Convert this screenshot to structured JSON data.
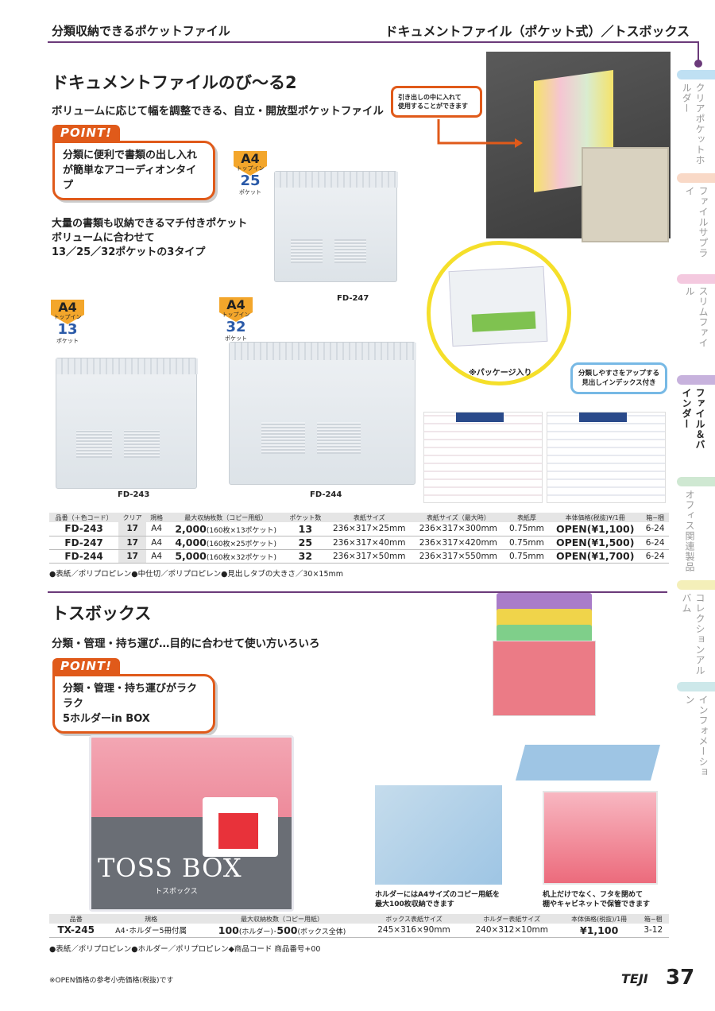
{
  "header": {
    "left": "分類収納できるポケットファイル",
    "right": "ドキュメントファイル（ポケット式）／トスボックス"
  },
  "sidebar": [
    {
      "label": "クリアポケットホルダー",
      "color": "#bfe0f3"
    },
    {
      "label": "ファイルサプライ",
      "color": "#f9d9c7"
    },
    {
      "label": "スリムファイル",
      "color": "#f4c9df"
    },
    {
      "label": "ファイル＆バインダー",
      "color": "#c7b2dd"
    },
    {
      "label": "オフィス関連製品",
      "color": "#cfe8d2"
    },
    {
      "label": "コレクションアルバム",
      "color": "#f4efb9"
    },
    {
      "label": "インフォメーション",
      "color": "#cde8ea"
    }
  ],
  "s1": {
    "title": "ドキュメントファイルのび〜る2",
    "subtitle": "ボリュームに応じて幅を調整できる、自立・開放型ポケットファイル",
    "point": "POINT!",
    "point_l1": "分類に便利で書類の出し入れ",
    "point_l2": "が簡単なアコーディオンタイプ",
    "desc1": "大量の書類も収納できるマチ付きポケット",
    "desc2": "ボリュームに合わせて",
    "desc3": "13／25／32ポケットの3タイプ",
    "callout_l1": "引き出しの中に入れて",
    "callout_l2": "使用することができます",
    "package": "※パッケージ入り",
    "index_l1": "分類しやすさをアップする",
    "index_l2": "見出しインデックス付き",
    "badge_a4": "A4",
    "badge_tp": "トップイン",
    "badge_pk": "ポケット",
    "b25": "25",
    "b13": "13",
    "b32": "32",
    "fd247": "FD-247",
    "fd243": "FD-243",
    "fd244": "FD-244"
  },
  "table1": {
    "headers": [
      "品番（＋色コード）",
      "クリア",
      "規格",
      "最大収納枚数（コピー用紙）",
      "ポケット数",
      "表紙サイズ",
      "表紙サイズ（最大時）",
      "表紙厚",
      "本体価格(税抜)¥/1冊",
      "箱−梱"
    ],
    "rows": [
      {
        "code": "FD-243",
        "clr": "17",
        "size": "A4",
        "max": "2,000",
        "max_s": "(160枚×13ポケット)",
        "pk": "13",
        "cover": "236×317×25mm",
        "cmax": "236×317×300mm",
        "th": "0.75mm",
        "price": "OPEN(¥1,100)",
        "box": "6-24"
      },
      {
        "code": "FD-247",
        "clr": "17",
        "size": "A4",
        "max": "4,000",
        "max_s": "(160枚×25ポケット)",
        "pk": "25",
        "cover": "236×317×40mm",
        "cmax": "236×317×420mm",
        "th": "0.75mm",
        "price": "OPEN(¥1,500)",
        "box": "6-24"
      },
      {
        "code": "FD-244",
        "clr": "17",
        "size": "A4",
        "max": "5,000",
        "max_s": "(160枚×32ポケット)",
        "pk": "32",
        "cover": "236×317×50mm",
        "cmax": "236×317×550mm",
        "th": "0.75mm",
        "price": "OPEN(¥1,700)",
        "box": "6-24"
      }
    ],
    "note": "●表紙／ポリプロピレン●中仕切／ポリプロピレン●見出しタブの大きさ／30×15mm"
  },
  "s2": {
    "title": "トスボックス",
    "subtitle": "分類・管理・持ち運び…目的に合わせて使い方いろいろ",
    "point": "POINT!",
    "point_l1": "分類・管理・持ち運びがラクラク",
    "point_l2": "5ホルダーin BOX",
    "toss": "TOSS BOX",
    "toss_sub": "トスボックス",
    "cap1_l1": "ホルダーにはA4サイズのコピー用紙を",
    "cap1_l2": "最大100枚収納できます",
    "cap2_l1": "机上だけでなく、フタを閉めて",
    "cap2_l2": "棚やキャビネットで保管できます"
  },
  "table2": {
    "headers": [
      "品番",
      "規格",
      "最大収納枚数（コピー用紙）",
      "ボックス表紙サイズ",
      "ホルダー表紙サイズ",
      "本体価格(税抜)/1冊",
      "箱−梱"
    ],
    "row": {
      "code": "TX-245",
      "size": "A4･ホルダー5冊付属",
      "max1": "100",
      "max1_s": "(ホルダー)･",
      "max2": "500",
      "max2_s": "(ボックス全体)",
      "box_size": "245×316×90mm",
      "holder_size": "240×312×10mm",
      "price": "¥1,100",
      "box": "3-12"
    },
    "note": "●表紙／ポリプロピレン●ホルダー／ポリプロピレン◆商品コード 商品番号+00"
  },
  "footer": {
    "note": "※OPEN価格の参考小売価格(税抜)です",
    "brand": "TEJI",
    "page": "37"
  }
}
